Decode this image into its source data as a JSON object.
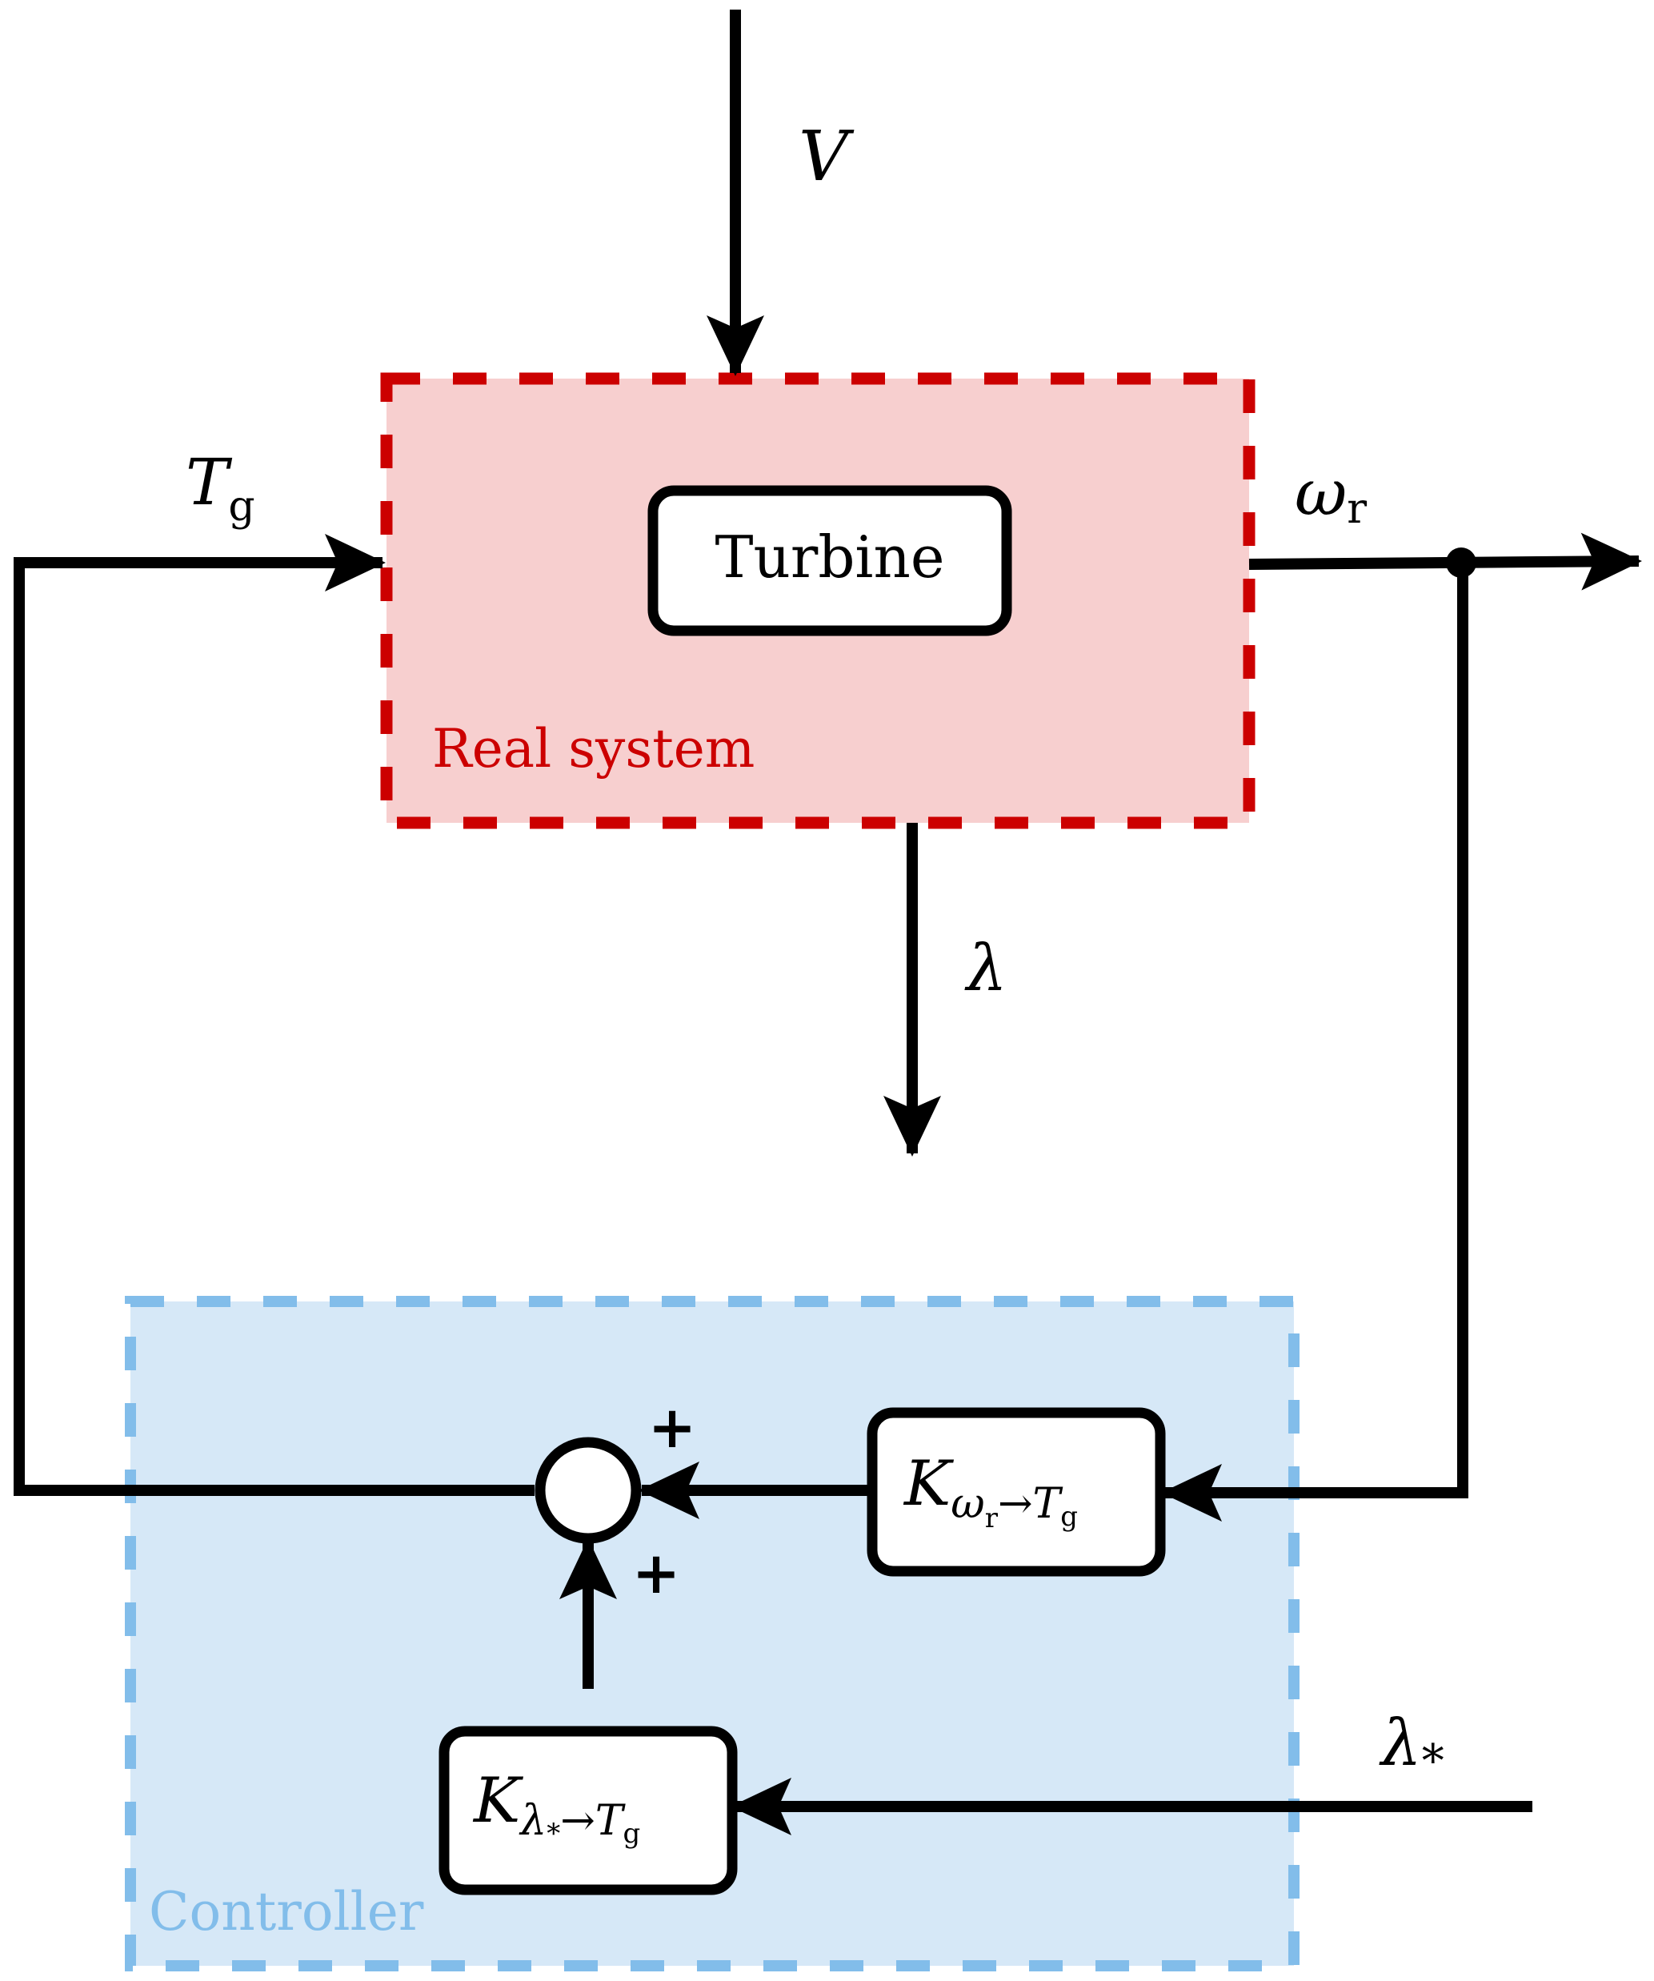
{
  "diagram": {
    "type": "block-diagram",
    "title": "Wind turbine control loop",
    "colors": {
      "real_system_fill": "#f7cfcf",
      "real_system_border": "#cc0000",
      "real_system_label": "#cc0000",
      "controller_fill": "#d6e8f7",
      "controller_border": "#82bdea",
      "controller_label": "#82bdea",
      "line": "#000000",
      "block_fill": "#ffffff"
    },
    "groups": {
      "real_system": {
        "label": "Real system"
      },
      "controller": {
        "label": "Controller"
      }
    },
    "blocks": {
      "turbine": {
        "label": "Turbine"
      },
      "k_omega": {
        "main": "K",
        "sub_a": "ω",
        "sub_a_sub": "r",
        "arrow": "→",
        "sub_b": "T",
        "sub_b_sub": "g"
      },
      "k_lambda": {
        "main": "K",
        "sub_a": "λ",
        "sub_a_sub": "*",
        "arrow": "→",
        "sub_b": "T",
        "sub_b_sub": "g"
      }
    },
    "signals": {
      "wind": {
        "symbol": "V",
        "sub": ""
      },
      "torque": {
        "symbol": "T",
        "sub": "g"
      },
      "rotor_speed": {
        "symbol": "ω",
        "sub": "r"
      },
      "tip_speed_ratio": {
        "symbol": "λ",
        "sub": ""
      },
      "tsr_reference": {
        "symbol": "λ",
        "sub": "*"
      }
    },
    "summing_junction": {
      "signs": [
        "+",
        "+"
      ]
    }
  }
}
